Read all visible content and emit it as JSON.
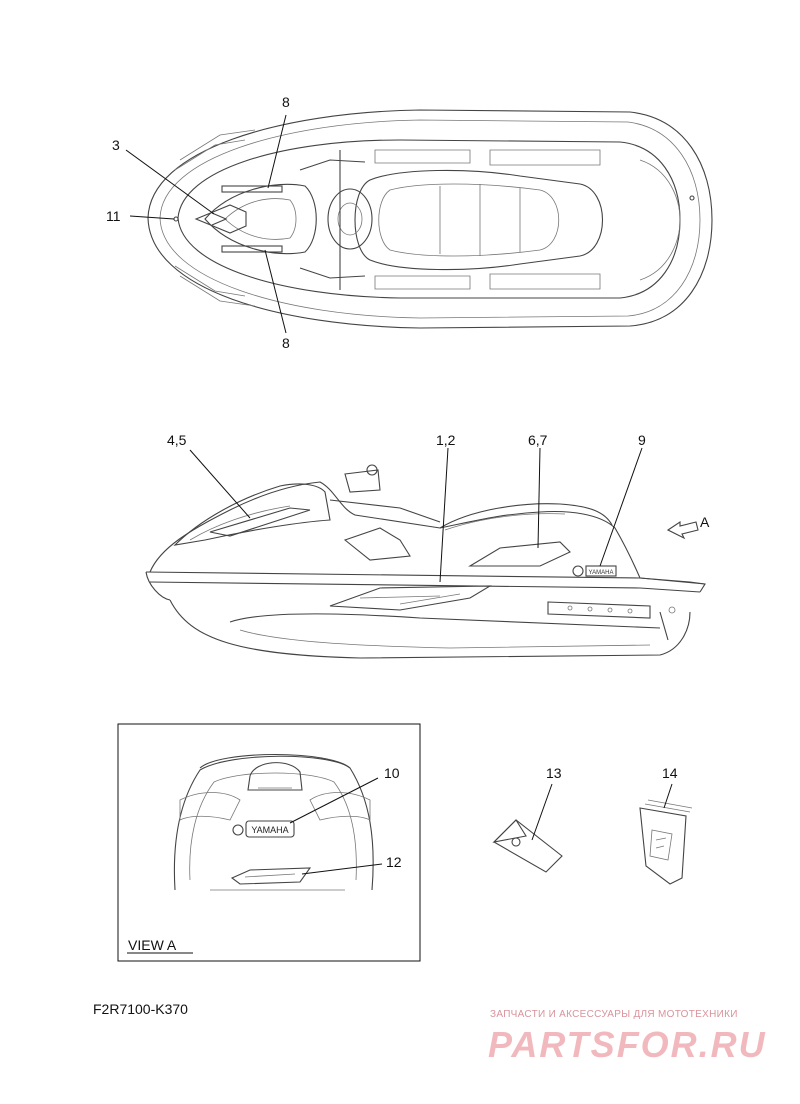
{
  "callouts": {
    "top_8_upper": "8",
    "top_3": "3",
    "top_11": "11",
    "top_8_lower": "8",
    "side_45": "4,5",
    "side_12": "1,2",
    "side_67": "6,7",
    "side_9": "9",
    "side_A": "A",
    "inset_10": "10",
    "inset_12": "12",
    "part_13": "13",
    "part_14": "14"
  },
  "view_label": "VIEW A",
  "yamaha_badge_inset": "YAMAHA",
  "yamaha_badge_side": "YAMAHA",
  "drawing_code": "F2R7100-K370",
  "watermark": {
    "tagline": "ЗАПЧАСТИ И АКСЕССУАРЫ ДЛЯ МОТОТЕХНИКИ",
    "logo": "PARTSFOR.RU"
  }
}
